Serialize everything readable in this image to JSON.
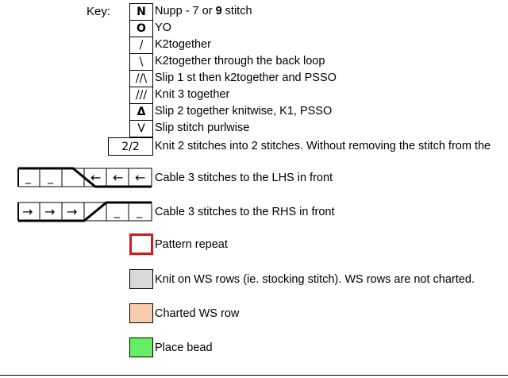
{
  "key": {
    "title": "Key:",
    "items": [
      {
        "symbol": "N",
        "bold": true,
        "text_pre": "Nupp - 7 or ",
        "text_bold": "9",
        "text_post": " stitch"
      },
      {
        "symbol": "O",
        "bold": true,
        "text": "YO"
      },
      {
        "symbol": "/",
        "bold": false,
        "text": "K2together"
      },
      {
        "symbol": "\\",
        "bold": false,
        "text": "K2together through the back loop"
      },
      {
        "symbol": "//\\",
        "bold": false,
        "text": "Slip 1 st then k2together and PSSO"
      },
      {
        "symbol": "///",
        "bold": false,
        "text": "Knit 3 together"
      },
      {
        "symbol": "Δ",
        "bold": true,
        "text": "Slip 2 together knitwise, K1, PSSO"
      },
      {
        "symbol": "V",
        "bold": false,
        "text": "Slip stitch purlwise"
      }
    ],
    "two_over_two": {
      "symbol": "2/2",
      "text": "Knit 2 stitches into 2 stitches. Without removing the stitch from the"
    }
  },
  "cables": [
    {
      "left": [
        "_",
        "_",
        ""
      ],
      "right": [
        "←",
        "←",
        "←"
      ],
      "text": "Cable 3 stitches to the LHS in front"
    },
    {
      "left": [
        "→",
        "→",
        "→"
      ],
      "right": [
        "",
        "_",
        "_"
      ],
      "text": "Cable 3 stitches to the RHS in front"
    }
  ],
  "legend": [
    {
      "name": "Pattern repeat",
      "color": "#d21a1a"
    },
    {
      "name": "Knit on WS rows (ie. stocking stitch). WS rows are not charted.",
      "color": "#d9d9d9"
    },
    {
      "name": "Charted WS row",
      "color": "#f8cbad"
    },
    {
      "name": "Place bead",
      "color": "#66ee66"
    }
  ]
}
